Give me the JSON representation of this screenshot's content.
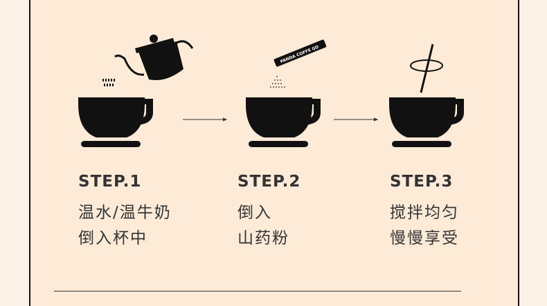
{
  "steps": [
    {
      "label": "STEP.1",
      "lines": [
        "温水/温牛奶",
        "倒入杯中"
      ],
      "icon": "kettle-pour-icon"
    },
    {
      "label": "STEP.2",
      "lines": [
        "倒入",
        "山药粉"
      ],
      "icon": "powder-stick-icon",
      "stick_text": "PANDA COFFE GO"
    },
    {
      "label": "STEP.3",
      "lines": [
        "搅拌均匀",
        "慢慢享受"
      ],
      "icon": "stir-icon"
    }
  ],
  "colors": {
    "background": "#fdebd8",
    "outer": "#fdf2e8",
    "ink": "#111111",
    "text": "#333333"
  }
}
